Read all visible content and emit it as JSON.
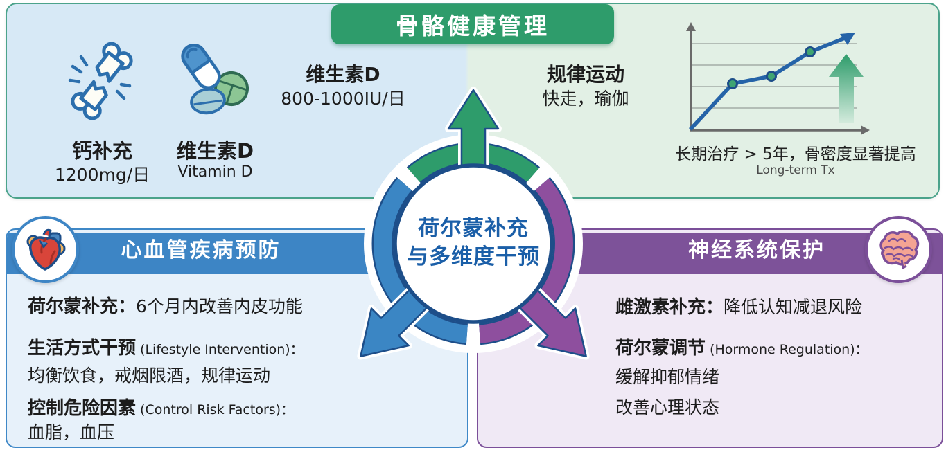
{
  "center_hub": {
    "title_line1": "荷尔蒙补充",
    "title_line2": "与多维度干预"
  },
  "sections": {
    "bone": {
      "title": "骨骼健康管理",
      "calcium": {
        "name": "钙补充",
        "dose": "1200mg/日"
      },
      "vitamin_d_pills": {
        "name": "维生素D",
        "subtitle": "Vitamin D"
      },
      "vitamin_d_dose": {
        "name": "维生素D",
        "dose": "800-1000IU/日"
      },
      "exercise": {
        "name": "规律运动",
        "detail": "快走，瑜伽"
      },
      "chart_caption": "长期治疗 > 5年，骨密度显著提高",
      "chart_caption_en": "Long-term Tx"
    },
    "cardio": {
      "title": "心血管疾病预防",
      "line1_label": "荷尔蒙补充：",
      "line1_text": "6个月内改善内皮功能",
      "line2_label": "生活方式干预",
      "line2_en": " (Lifestyle Intervention)：",
      "line3": "均衡饮食，戒烟限酒，规律运动",
      "line4_label": "控制危险因素",
      "line4_en": " (Control Risk Factors)：",
      "line5": "血脂，血压"
    },
    "neuro": {
      "title": "神经系统保护",
      "line1_label": "雌激素补充：",
      "line1_text": "降低认知减退风险",
      "line2_label": "荷尔蒙调节",
      "line2_en": " (Hormone Regulation)：",
      "line3": "缓解抑郁情绪",
      "line4": "改善心理状态"
    }
  },
  "chart_data": {
    "type": "line",
    "x": [
      0,
      1,
      2,
      3,
      4
    ],
    "series": [
      {
        "name": "骨密度 (bone density)",
        "values": [
          0,
          42,
          48,
          68,
          82
        ]
      }
    ],
    "points_highlighted": [
      1,
      2,
      3
    ],
    "title": "长期治疗 > 5年，骨密度显著提高",
    "subtitle": "Long-term Tx",
    "xlabel": "",
    "ylabel": "",
    "ylim": [
      0,
      100
    ],
    "grid": true,
    "legend": "none",
    "annotations": [
      "upward green arrow = significant increase",
      "stylized trend, no numeric tick labels shown"
    ]
  },
  "colors": {
    "green": "#2e9c6b",
    "blue": "#3d85c5",
    "purple": "#7d5299",
    "navy": "#1d4e89",
    "hub_text_blue": "#1b5fa8",
    "bg_light_blue": "#d7e9f6",
    "bg_light_green": "#e2f0e5",
    "bg_panel_blue": "#e7f1fa",
    "bg_panel_purple": "#f0e9f5"
  }
}
